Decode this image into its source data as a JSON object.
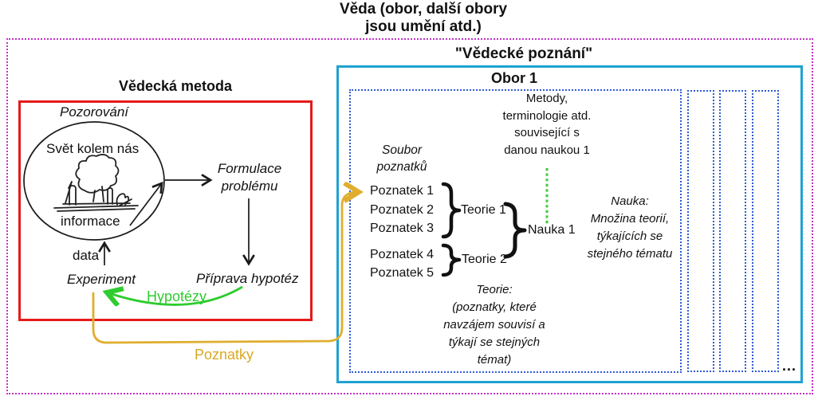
{
  "colors": {
    "outer_border_magenta": "#C433C4",
    "method_box_red": "#E51A1A",
    "knowledge_box_cyan": "#1FA2D2",
    "field_box_blue": "#2E5BD7",
    "hypotheses_green": "#2ECC2E",
    "poznatky_gold": "#D9A820",
    "text_black": "#111111"
  },
  "header": {
    "title_line1": "Věda (obor, další obory",
    "title_line2": "jsou umění atd.)"
  },
  "method": {
    "title": "Vědecká metoda",
    "observation_label": "Pozorování",
    "world_label": "Svět kolem nás",
    "information_label": "informace",
    "data_label": "data",
    "experiment_label": "Experiment",
    "formulace_line1": "Formulace",
    "formulace_line2": "problému",
    "priprava_label": "Příprava hypotéz",
    "hypotezy_label": "Hypotézy"
  },
  "transfer": {
    "poznatky_label": "Poznatky"
  },
  "knowledge": {
    "title": "\"Vědecké poznání\"",
    "field_title": "Obor 1",
    "soubor_line1": "Soubor",
    "soubor_line2": "poznatků",
    "poznatky_group1": [
      "Poznatek 1",
      "Poznatek 2",
      "Poznatek 3"
    ],
    "poznatky_group2": [
      "Poznatek 4",
      "Poznatek 5"
    ],
    "teorie1_label": "Teorie 1",
    "teorie2_label": "Teorie 2",
    "nauka1_label": "Nauka 1",
    "metody_lines": [
      "Metody,",
      "terminologie atd.",
      "související s",
      "danou naukou 1"
    ],
    "nauka_def_lines": [
      "Nauka:",
      "Množina teorií,",
      "týkajících se",
      "stejného tématu"
    ],
    "teorie_def_lines": [
      "Teorie:",
      "(poznatky, které",
      "navzájem souvisí a",
      "týkají se stejných",
      "témat)"
    ],
    "more_ellipsis": "..."
  }
}
